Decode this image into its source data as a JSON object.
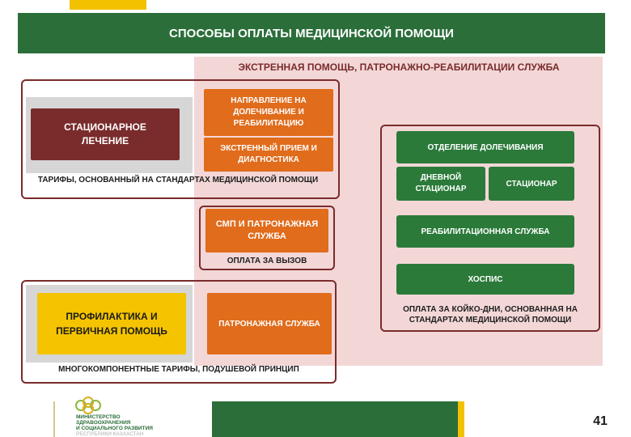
{
  "title": "СПОСОБЫ ОПЛАТЫ МЕДИЦИНСКОЙ ПОМОЩИ",
  "emergency_panel": {
    "header": "ЭКСТРЕННАЯ ПОМОЩЬ, ПАТРОНАЖНО-РЕАБИЛИТАЦИИ СЛУЖБА"
  },
  "inpatient": {
    "label": "СТАЦИОНАРНОЕ ЛЕЧЕНИЕ",
    "referral": "НАПРАВЛЕНИЕ НА ДОЛЕЧИВАНИЕ И РЕАБИЛИТАЦИЮ",
    "emergency_intake": "ЭКСТРЕННЫЙ ПРИЕМ И ДИАГНОСТИКА",
    "caption": "ТАРИФЫ, ОСНОВАННЫЙ НА СТАНДАРТАХ МЕДИЦИНСКОЙ ПОМОЩИ"
  },
  "ambulance": {
    "label": "СМП И ПАТРОНАЖНАЯ СЛУЖБА",
    "caption": "ОПЛАТА ЗА ВЫЗОВ"
  },
  "primary": {
    "label": "ПРОФИЛАКТИКА И ПЕРВИЧНАЯ ПОМОЩЬ",
    "patronage": "ПАТРОНАЖНАЯ СЛУЖБА",
    "caption": "МНОГОКОМПОНЕНТНЫЕ ТАРИФЫ, ПОДУШЕВОЙ ПРИНЦИП"
  },
  "aftercare": {
    "department": "ОТДЕЛЕНИЕ ДОЛЕЧИВАНИЯ",
    "day_hospital": "ДНЕВНОЙ СТАЦИОНАР",
    "hospital": "СТАЦИОНАР",
    "rehab": "РЕАБИЛИТАЦИОННАЯ СЛУЖБА",
    "hospice": "ХОСПИС",
    "caption": "ОПЛАТА ЗА КОЙКО-ДНИ, ОСНОВАННАЯ НА СТАНДАРТАХ МЕДИЦИНСКОЙ ПОМОЩИ"
  },
  "footer": {
    "page_number": "41",
    "ministry_line1": "МИНИСТЕРСТВО",
    "ministry_line2": "ЗДРАВООХРАНЕНИЯ",
    "ministry_line3": "И СОЦИАЛЬНОГО РАЗВИТИЯ",
    "ministry_line4": "РЕСПУБЛИКИ КАЗАХСТАН"
  },
  "colors": {
    "green": "#2b6e3a",
    "maroon": "#7a2b2b",
    "orange": "#e06c1c",
    "yellow": "#f5c400",
    "pink": "#f3d7d7"
  }
}
